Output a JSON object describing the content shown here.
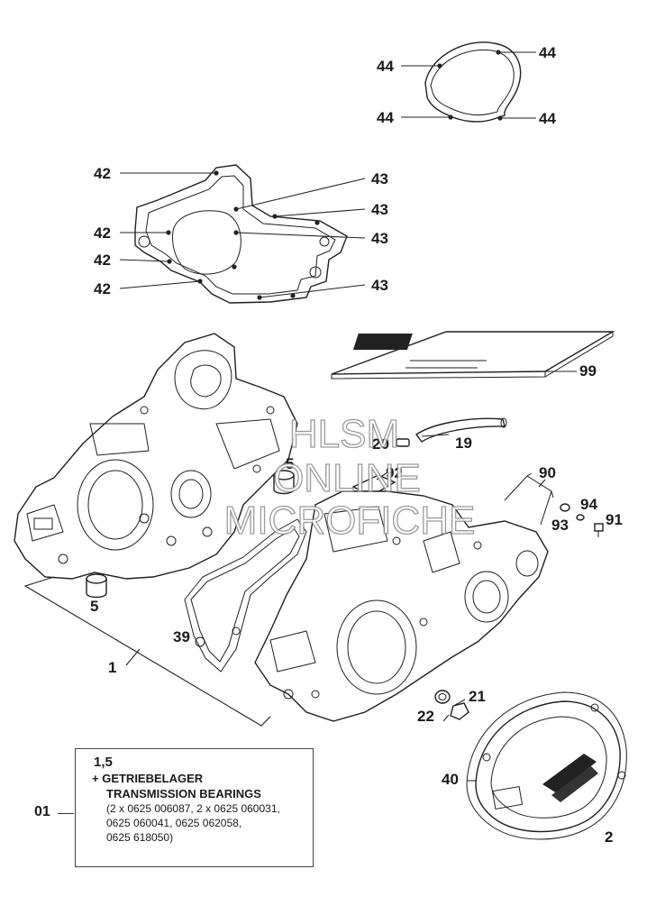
{
  "watermark": {
    "line1": "HLSM",
    "line2": "ONLINE",
    "line3": "MICROFICHE"
  },
  "callouts": {
    "c44a": "44",
    "c44b": "44",
    "c44c": "44",
    "c44d": "44",
    "c42a": "42",
    "c42b": "42",
    "c42c": "42",
    "c42d": "42",
    "c43a": "43",
    "c43b": "43",
    "c43c": "43",
    "c43d": "43",
    "c99": "99",
    "c20": "20",
    "c19": "19",
    "c92": "92",
    "c5a": "5",
    "c5b": "5",
    "c90": "90",
    "c94": "94",
    "c93": "93",
    "c91": "91",
    "c39": "39",
    "c1": "1",
    "c21": "21",
    "c22": "22",
    "c40": "40",
    "c2": "2"
  },
  "legend": {
    "ref": "01",
    "title": "1,5",
    "line1": "+ GETRIEBELAGER",
    "line2": "TRANSMISSION BEARINGS",
    "pn1": "(2 x 0625 006087, 2 x 0625 060031,",
    "pn2": "0625 060041, 0625 062058,",
    "pn3": "0625 618050)"
  }
}
